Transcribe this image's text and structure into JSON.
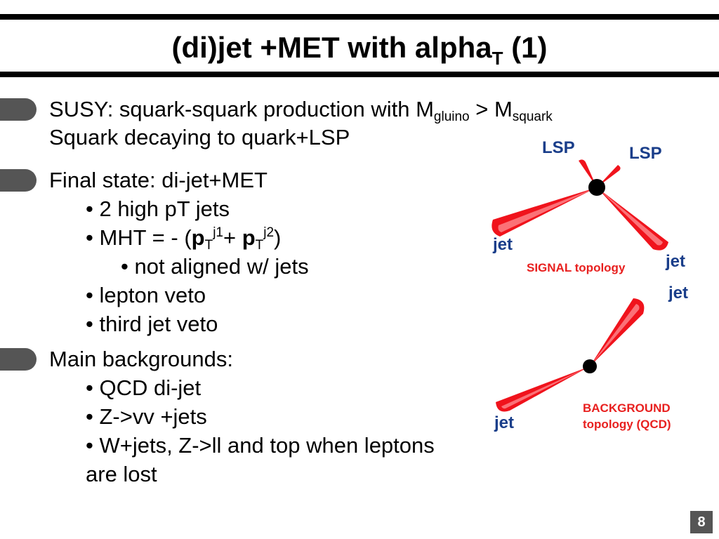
{
  "slide": {
    "title_main": "(di)jet +MET with alpha",
    "title_sub": "T",
    "title_suffix": " (1)",
    "page_number": "8"
  },
  "section_susy": {
    "line1_prefix": "SUSY: squark-squark production with M",
    "line1_sub1": "gluino",
    "line1_mid": " > M",
    "line1_sub2": "squark",
    "line2": "Squark decaying to quark+LSP"
  },
  "section_final": {
    "heading": "Final state: di-jet+MET",
    "item1": "• 2 high pT jets",
    "mht_prefix": "• MHT = - (",
    "mht_p1": "p",
    "mht_sub1": "T",
    "mht_sup1": "j1",
    "mht_plus": "+ ",
    "mht_p2": "p",
    "mht_sub2": "T",
    "mht_sup2": "j2",
    "mht_close": ")",
    "item_aligned": "• not aligned w/ jets",
    "item_lepton": "• lepton veto",
    "item_third": "• third jet veto"
  },
  "section_bg": {
    "heading": "Main backgrounds:",
    "item1": "• QCD di-jet",
    "item2": "• Z->vv +jets",
    "item3_line1": "• W+jets, Z->ll and top when leptons",
    "item3_line2": "are lost"
  },
  "diagram": {
    "signal_lsp_left": "LSP",
    "signal_lsp_right": "LSP",
    "signal_jet_left": "jet",
    "signal_jet_right": "jet",
    "signal_caption": "SIGNAL topology",
    "bg_jet_top": "jet",
    "bg_jet_bottom": "jet",
    "bg_caption_line1": "BACKGROUND",
    "bg_caption_line2": "topology (QCD)",
    "colors": {
      "cone": "#f0131c",
      "label_blue": "#1a3e8a",
      "caption_red": "#e8201f"
    }
  }
}
